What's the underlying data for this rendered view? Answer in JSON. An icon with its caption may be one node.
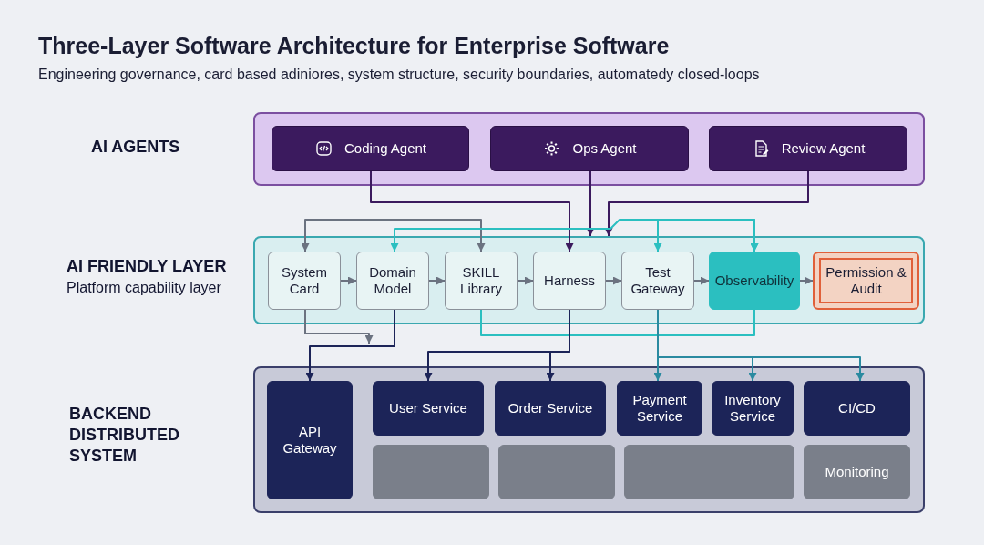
{
  "diagram": {
    "title": "Three-Layer Software Architecture for Enterprise Software",
    "nodes": [
      {
        "text": [
          "AI AGENTS"
        ]
      },
      {
        "text": [
          "Coding Agent"
        ],
        "in": 0
      },
      {
        "text": [
          "Ops Agent"
        ],
        "in": 0
      },
      {
        "text": [
          "Review Agent"
        ],
        "in": 0
      },
      {
        "text": [
          "AI FRIENDLY LAYER",
          "Platform capability layer"
        ]
      },
      {
        "text": [
          "System Card"
        ],
        "in": 4
      },
      {
        "text": [
          "Domain Model"
        ],
        "in": 4
      },
      {
        "text": [
          "SKILL Library"
        ],
        "in": 4
      },
      {
        "text": [
          "Harness"
        ],
        "in": 4
      },
      {
        "text": [
          "Test Gateway"
        ],
        "in": 4
      },
      {
        "text": [
          "Observability"
        ],
        "in": 4
      },
      {
        "text": [
          "Permission & Audit"
        ],
        "in": 4
      },
      {
        "text": [
          "BACKEND DISTRIBUTED SYSTEM"
        ]
      },
      {
        "text": [
          "API Gateway"
        ],
        "in": 12
      },
      {
        "text": [
          "User Service"
        ],
        "in": 12
      },
      {
        "text": [
          "Order Service"
        ],
        "in": 12
      },
      {
        "text": [
          "Payment Service"
        ],
        "in": 12
      },
      {
        "text": [
          "Inventory Service"
        ],
        "in": 12
      },
      {
        "text": [
          "CI/CD"
        ],
        "in": 12
      },
      {
        "text": [],
        "shape": "box",
        "in": 12
      },
      {
        "text": [],
        "shape": "box",
        "in": 12
      },
      {
        "text": [],
        "shape": "box",
        "in": 12
      },
      {
        "text": [
          "Monitoring"
        ],
        "in": 12
      }
    ],
    "edges": [
      {
        "from": 1,
        "to": 8,
        "arrow": "to",
        "color": "#3b1a5e"
      },
      {
        "from": 2,
        "to": 4,
        "arrow": "to",
        "color": "#3b1a5e"
      },
      {
        "from": 3,
        "to": 4,
        "arrow": "to",
        "color": "#3b1a5e"
      },
      {
        "from": 5,
        "to": 7,
        "arrow": "both"
      },
      {
        "from": 6,
        "to": 10,
        "arrow": "both",
        "color": "#2bbfc0"
      },
      {
        "from": 9,
        "to": 10,
        "arrow": "both",
        "color": "#2bbfc0"
      },
      {
        "from": 5,
        "to": 6,
        "arrow": "to"
      },
      {
        "from": 6,
        "to": 7,
        "arrow": "to"
      },
      {
        "from": 7,
        "to": 8,
        "arrow": "to"
      },
      {
        "from": 8,
        "to": 9,
        "arrow": "to"
      },
      {
        "from": 9,
        "to": 10,
        "arrow": "to"
      },
      {
        "from": 10,
        "to": 11,
        "arrow": "to"
      },
      {
        "from": 5,
        "to": null,
        "arrow": "to"
      },
      {
        "from": 7,
        "to": 10,
        "arrow": "none",
        "color": "#2bbfc0"
      },
      {
        "from": 6,
        "to": 13,
        "arrow": "to",
        "color": "#1c2458"
      },
      {
        "from": 8,
        "to": 14,
        "arrow": "to",
        "color": "#1c2458"
      },
      {
        "from": 8,
        "to": 15,
        "arrow": "to",
        "color": "#1c2458"
      },
      {
        "from": 9,
        "to": 16,
        "arrow": "to",
        "color": "#2a8aa0"
      },
      {
        "from": 9,
        "to": 17,
        "arrow": "to",
        "color": "#2a8aa0"
      },
      {
        "from": 9,
        "to": 18,
        "arrow": "to",
        "color": "#2a8aa0"
      }
    ],
    "labels": [
      "Engineering governance, card based adiniores, system structure, security boundaries, automatedy closed-loops"
    ]
  }
}
